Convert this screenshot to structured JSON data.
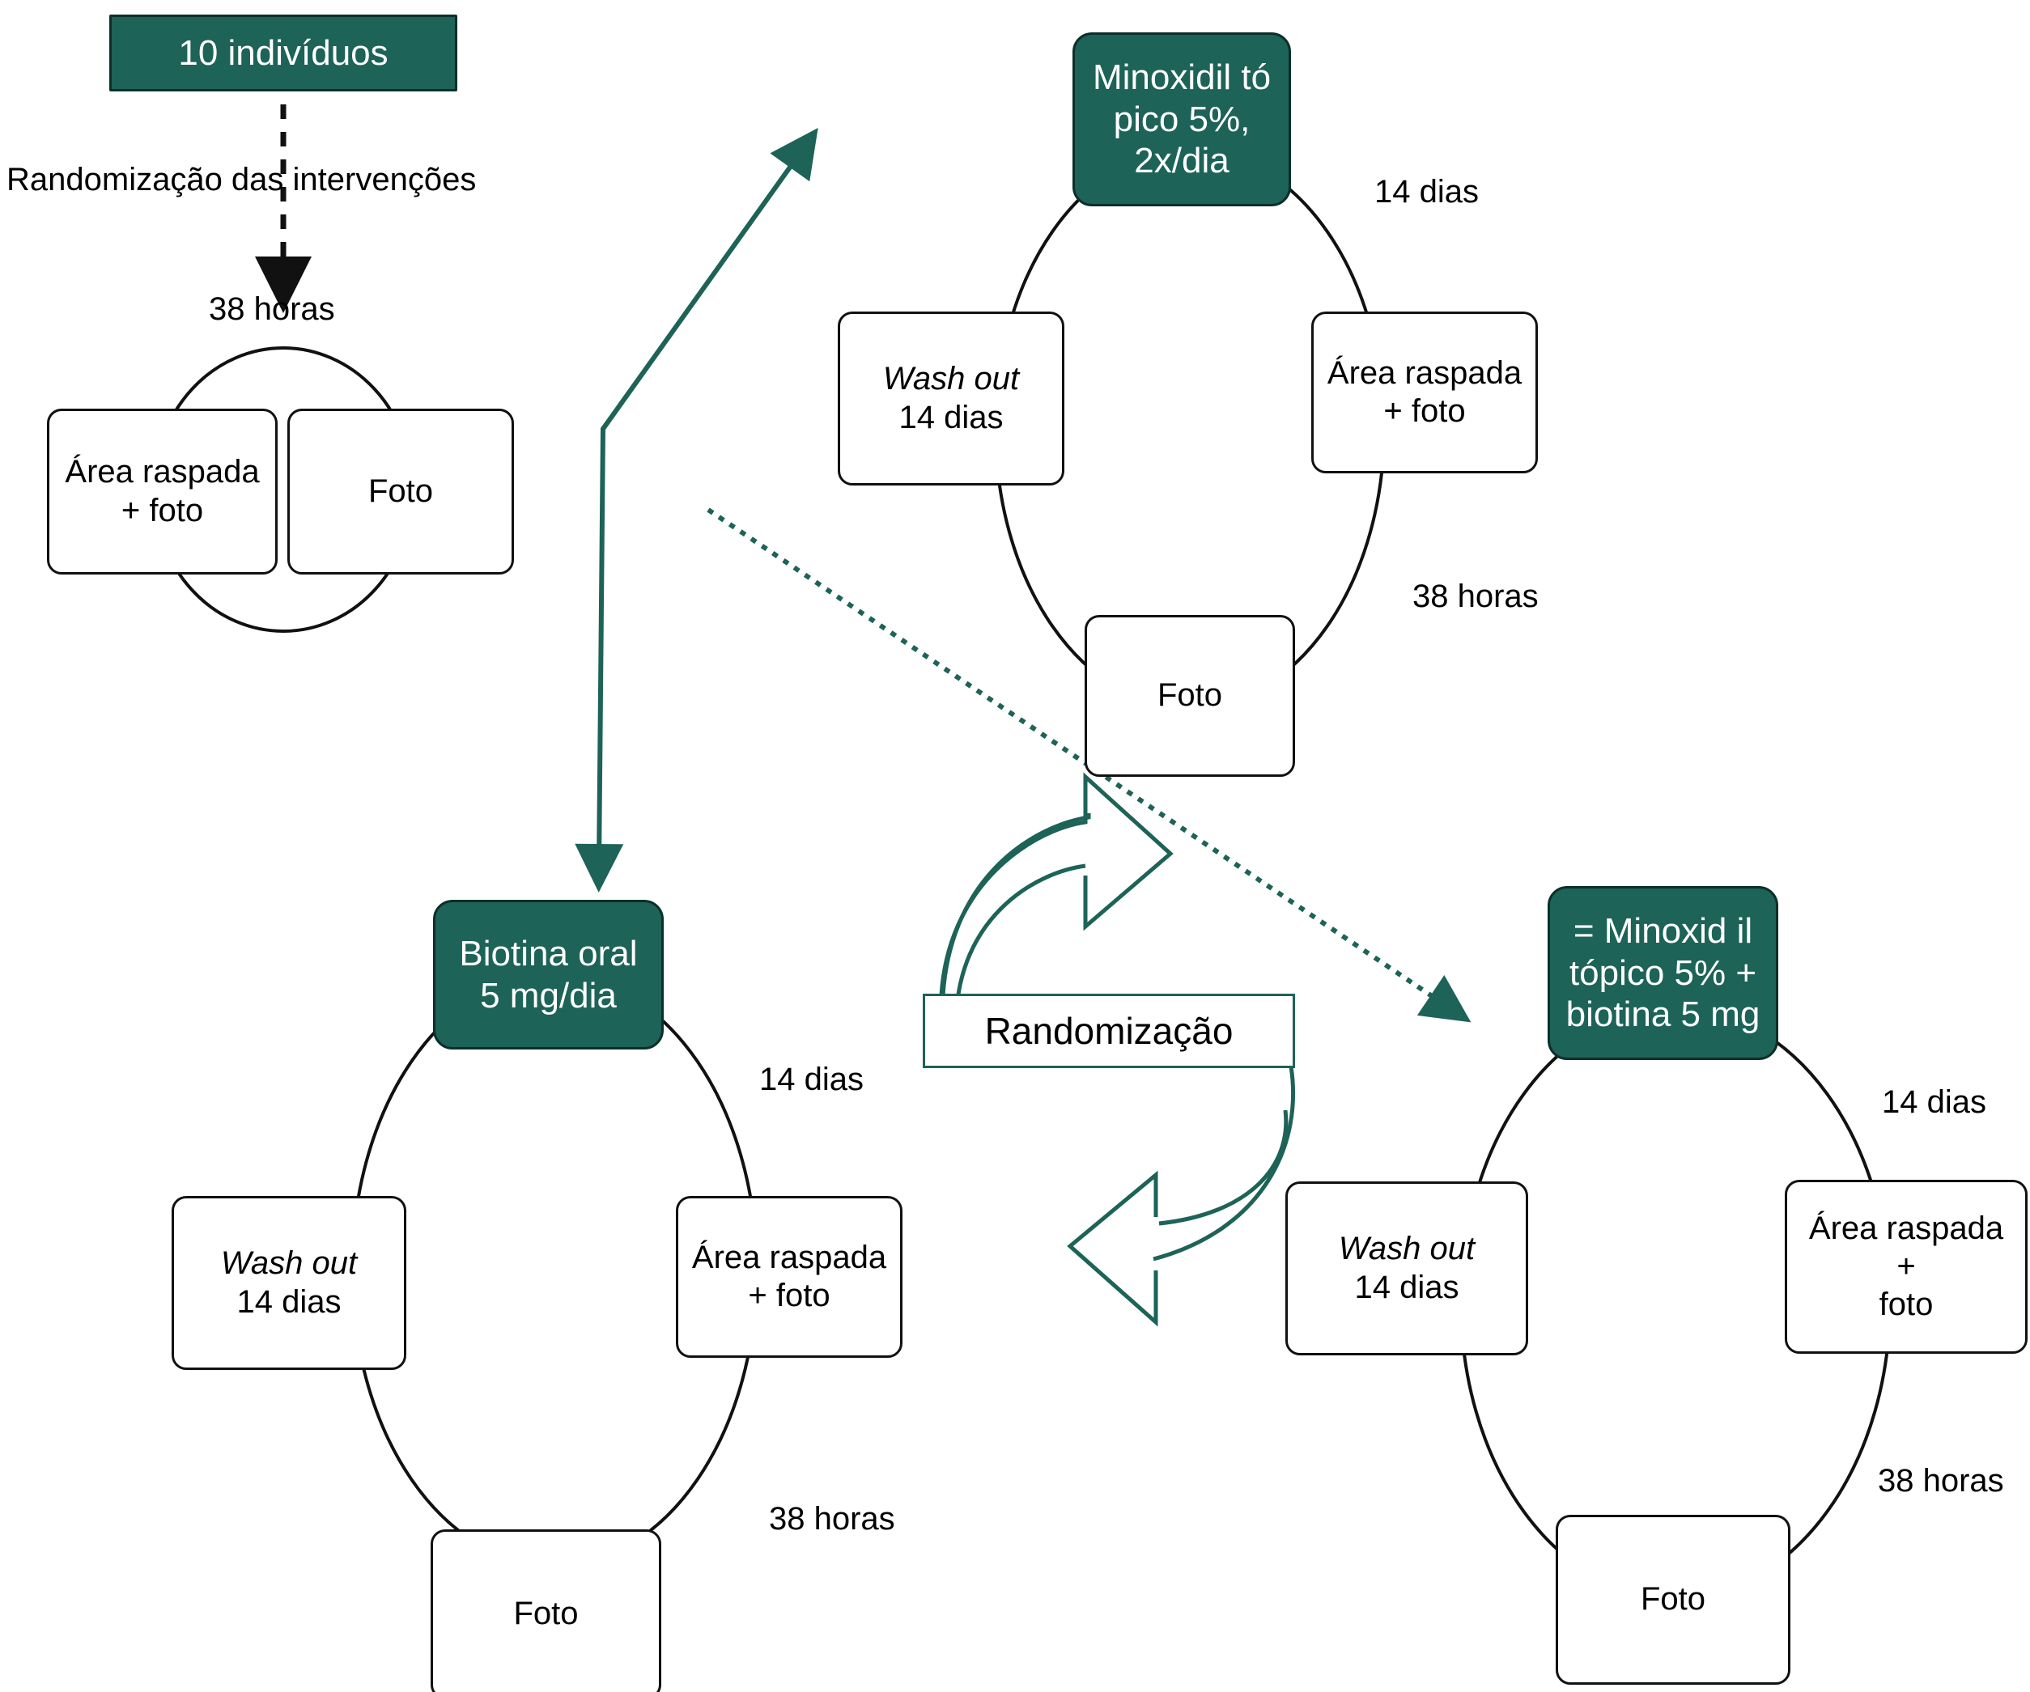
{
  "diagram": {
    "title_box": {
      "label": "10 indivíduos"
    },
    "randomization_note": "Randomização das intervenções",
    "center": {
      "label": "Randomização"
    },
    "baseline_cycle": {
      "top_label": "38 horas",
      "left_box": {
        "line1": "Área raspada",
        "line2": "+ foto"
      },
      "right_box": {
        "line1": "Foto"
      }
    },
    "cycles": [
      {
        "id": "minoxidil-topico",
        "treatment": {
          "line1": "Minoxidil tó",
          "line2": "pico 5%,",
          "line3": "2x/dia"
        },
        "right_label": "14 dias",
        "bottom_right_label": "38 horas",
        "right_box": {
          "line1": "Área raspada",
          "line2": "+ foto"
        },
        "left_box": {
          "line1": "Wash out",
          "line2": "14 dias"
        },
        "bottom_box": {
          "line1": "Foto"
        }
      },
      {
        "id": "biotina-oral",
        "treatment": {
          "line1": "Biotina oral",
          "line2": "5 mg/dia"
        },
        "right_label": "14 dias",
        "bottom_right_label": "38 horas",
        "right_box": {
          "line1": "Área raspada",
          "line2": "+ foto"
        },
        "left_box": {
          "line1": "Wash out",
          "line2": "14 dias"
        },
        "bottom_box": {
          "line1": "Foto"
        }
      },
      {
        "id": "minoxidil-mais-biotina",
        "treatment": {
          "line1": "= Minoxid il",
          "line2": "tópico 5% +",
          "line3": "biotina 5 mg"
        },
        "right_label": "14 dias",
        "bottom_right_label": "38 horas",
        "right_box": {
          "line1": "Área raspada +",
          "line2": "foto"
        },
        "left_box": {
          "line1": "Wash out",
          "line2": "14 dias"
        },
        "bottom_box": {
          "line1": "Foto"
        }
      }
    ],
    "colors": {
      "accent_green": "#1d6357",
      "green_border": "#0d2f2a",
      "stroke_black": "#111111",
      "background": "#ffffff",
      "text_on_green": "#ffffff"
    }
  }
}
